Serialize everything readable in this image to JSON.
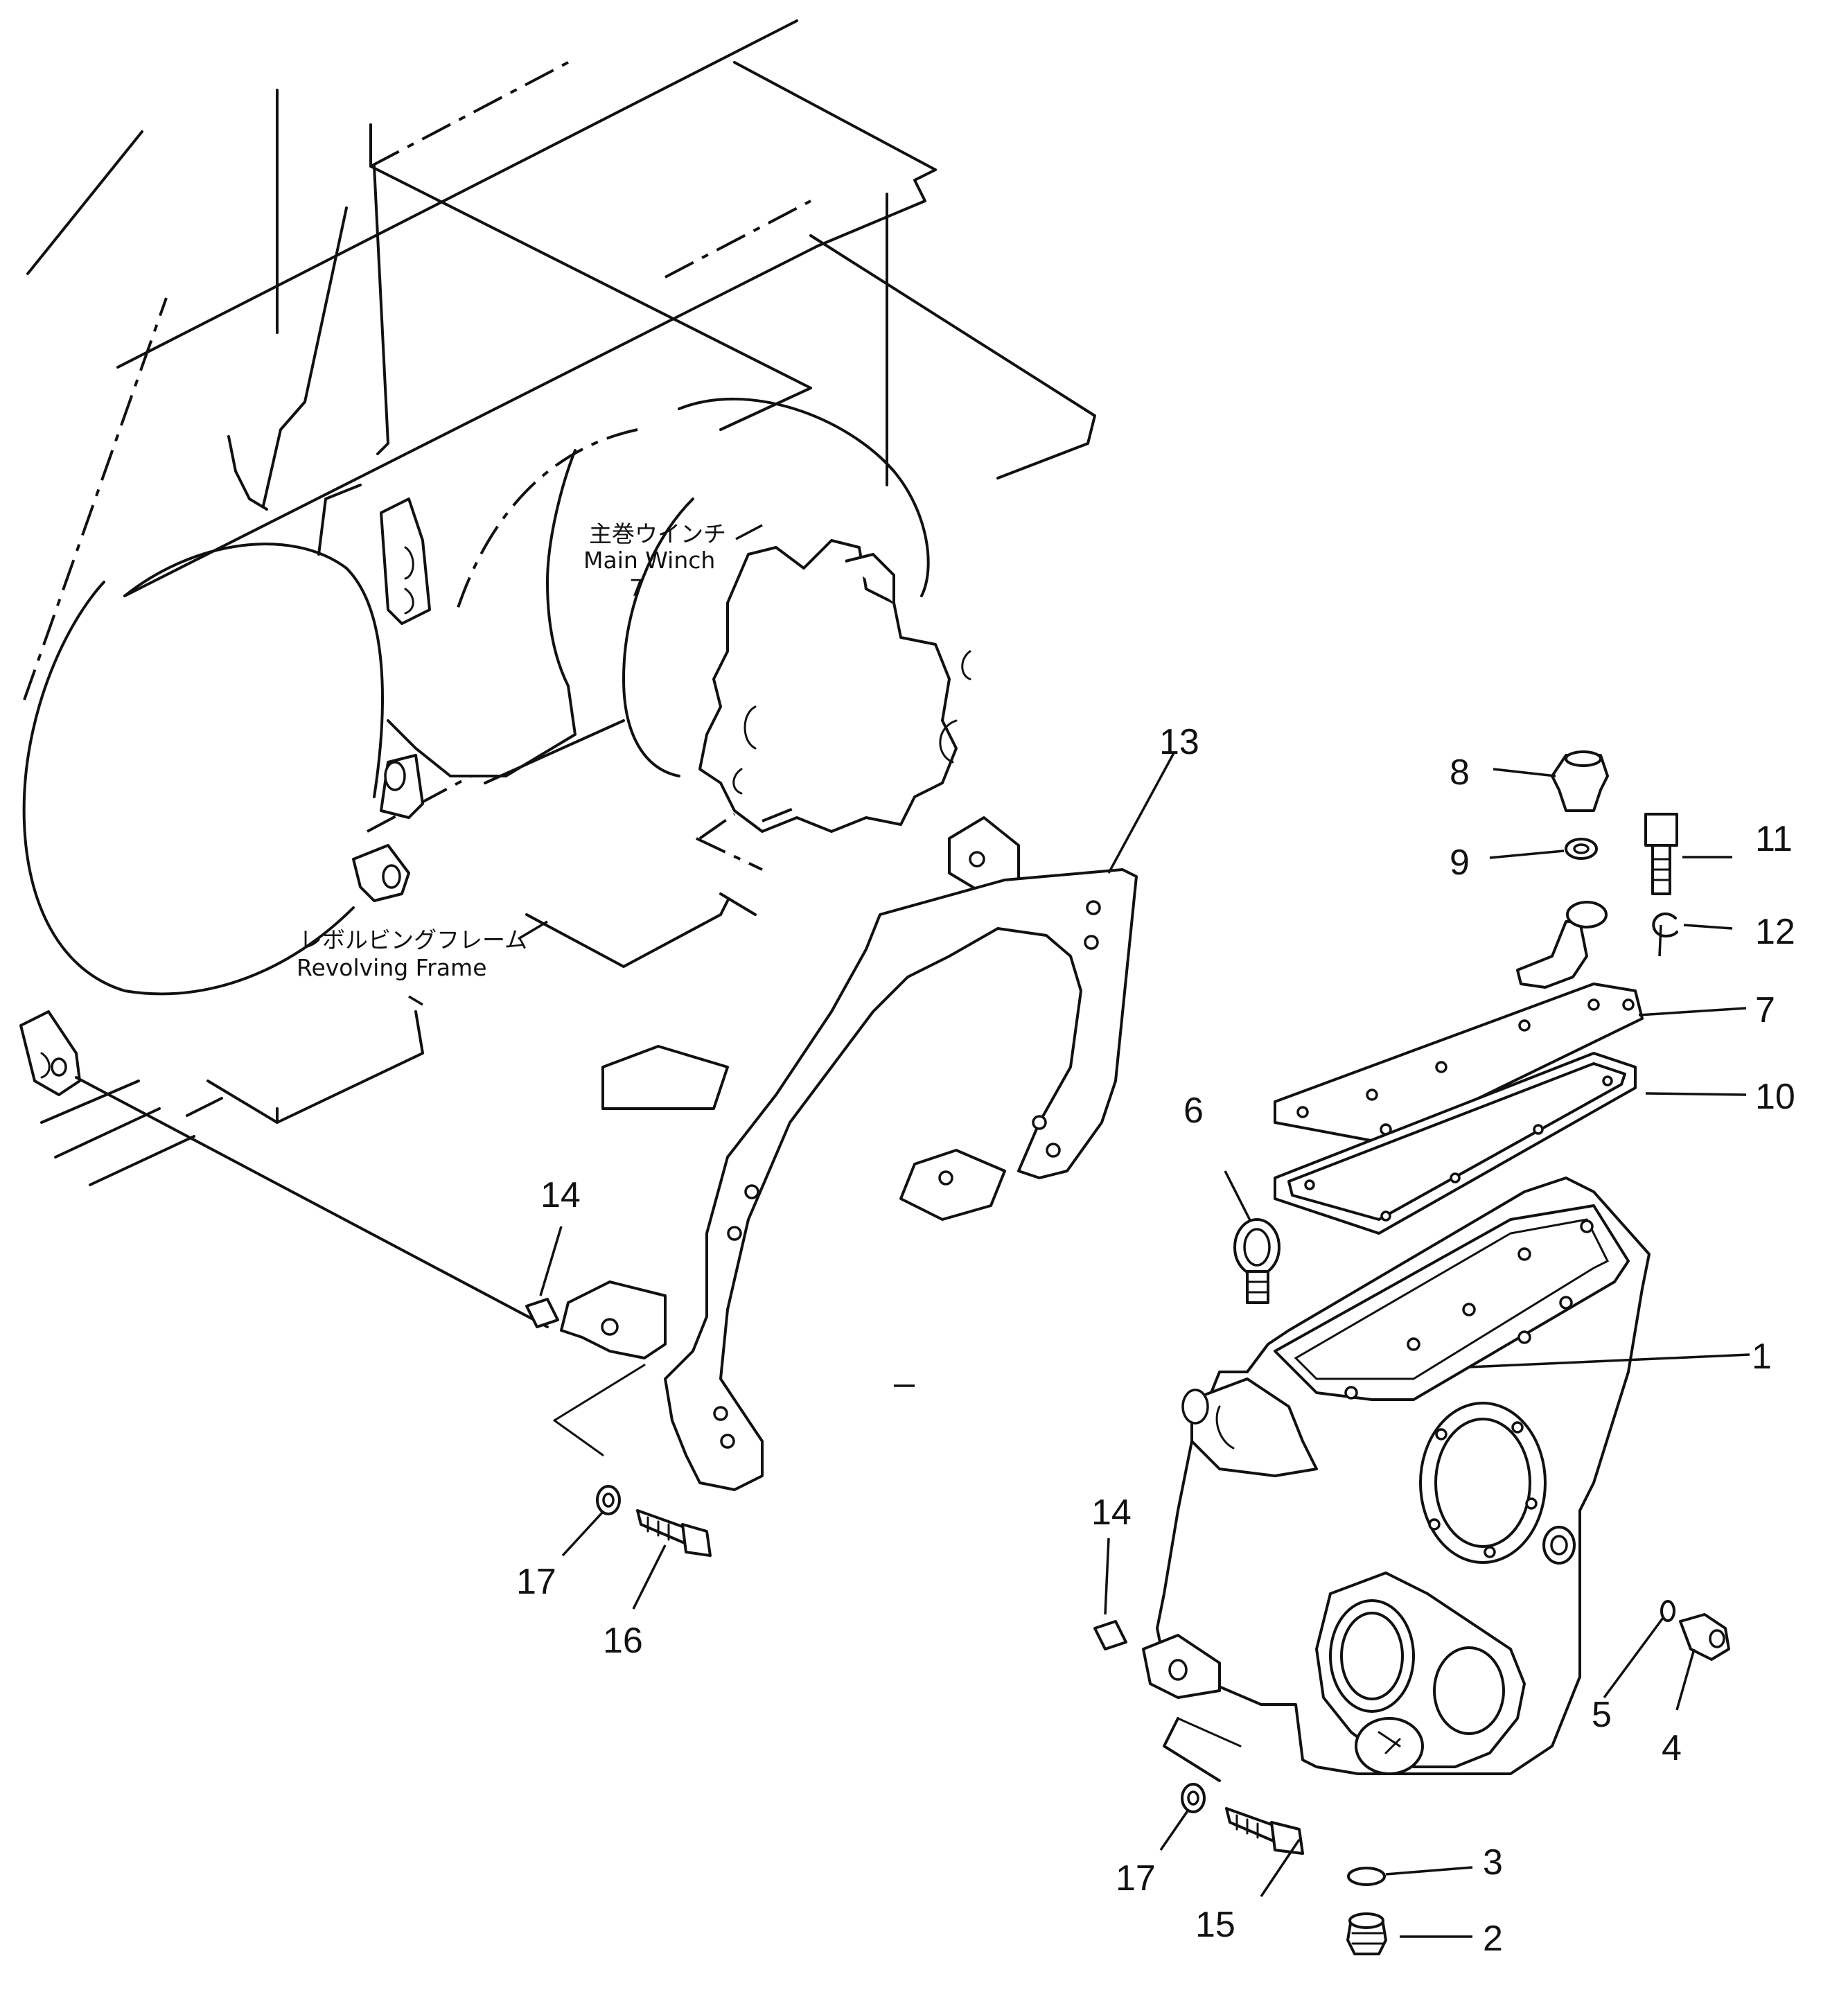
{
  "labels": {
    "main_winch_jp": "主巻ウインチ",
    "main_winch_en": "Main  Winch",
    "main_winch_ref": "7",
    "revolving_frame_jp": "レボルビングフレーム",
    "revolving_frame_en": "Revolving  Frame"
  },
  "callouts": {
    "c1": "1",
    "c2": "2",
    "c3": "3",
    "c4": "4",
    "c5": "5",
    "c6": "6",
    "c7": "7",
    "c8": "8",
    "c9": "9",
    "c10": "10",
    "c11": "11",
    "c12": "12",
    "c13": "13",
    "c14a": "14",
    "c14b": "14",
    "c15": "15",
    "c16": "16",
    "c17a": "17",
    "c17b": "17"
  }
}
